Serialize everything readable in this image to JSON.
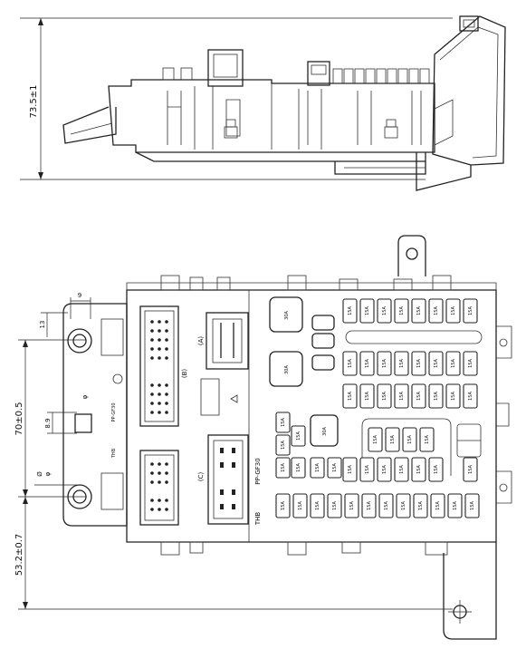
{
  "dimensions": {
    "side_height": "73.5±1",
    "hole_spacing": "70±0.5",
    "lower_offset": "53.2±0.7",
    "tab_width": "9",
    "tab_height": "13",
    "square_size": "8.9",
    "circle_small": "φ",
    "circle_dia": "Ø",
    "circle_sub": "φ"
  },
  "labels": {
    "conn_a": "(A)",
    "conn_b": "(B)",
    "conn_c": "(C)",
    "part_code": "PP-GF30",
    "part_code_left": "PP-GF30",
    "maker": "THB",
    "maker_left": "THB"
  },
  "relay_label": "30A",
  "fuse_label": "15A"
}
